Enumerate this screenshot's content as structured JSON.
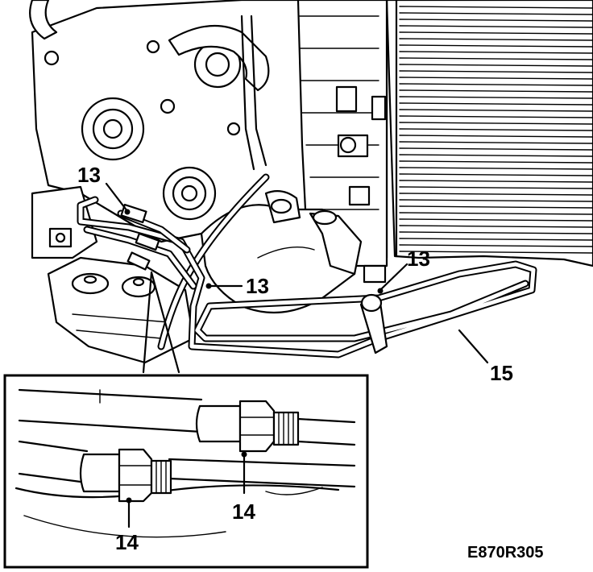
{
  "diagram": {
    "callouts": {
      "c13a": "13",
      "c13b": "13",
      "c13c": "13",
      "c14a": "14",
      "c14b": "14",
      "c15": "15"
    },
    "reference_code": "E870R305"
  }
}
